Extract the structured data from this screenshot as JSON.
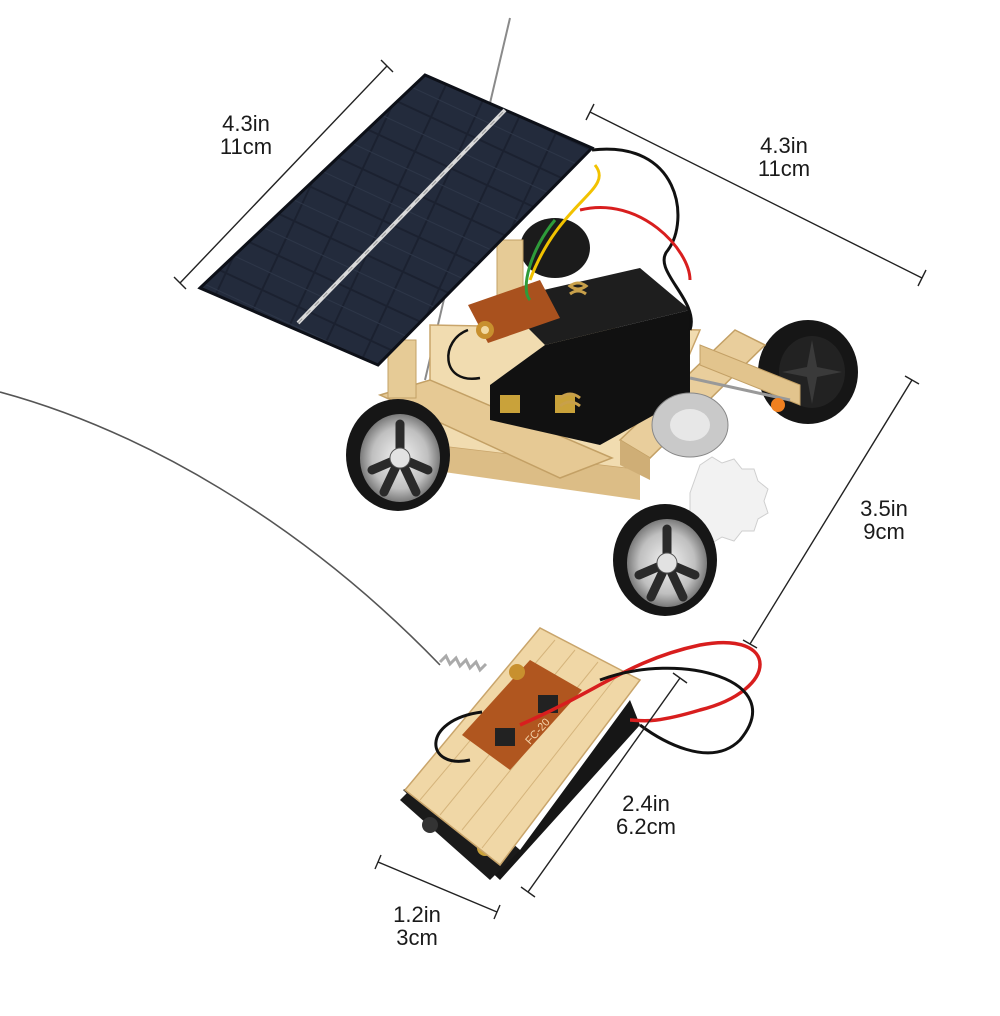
{
  "dimensions": {
    "panel_length": {
      "inches": "4.3in",
      "cm": "11cm"
    },
    "car_length": {
      "inches": "4.3in",
      "cm": "11cm"
    },
    "car_width": {
      "inches": "3.5in",
      "cm": "9cm"
    },
    "remote_length": {
      "inches": "2.4in",
      "cm": "6.2cm"
    },
    "remote_width": {
      "inches": "1.2in",
      "cm": "3cm"
    }
  },
  "remote_board_text": "FC-20",
  "colors": {
    "wood": "#e8cc9a",
    "wood_dark": "#c9a56b",
    "solar_panel": "#1c2230",
    "tire": "#1a1a1a",
    "pcb": "#a9511e",
    "wire_red": "#d81e1e",
    "wire_black": "#111111",
    "wire_yellow": "#f2c200",
    "wire_green": "#2e9b3a",
    "dimension_line": "#222222"
  }
}
